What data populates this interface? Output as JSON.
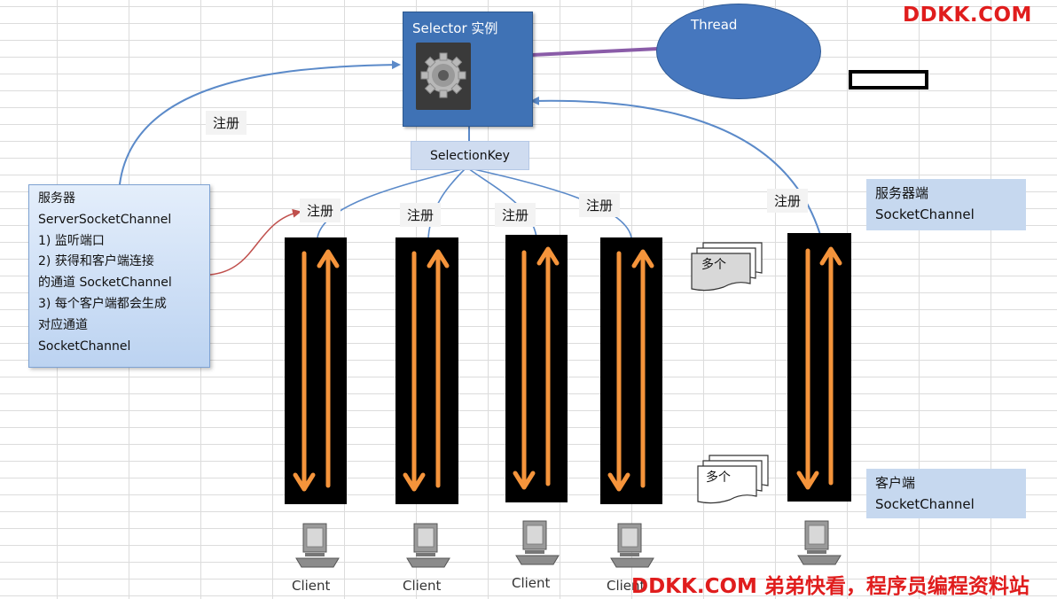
{
  "selector": {
    "title": "Selector 实例",
    "icon": "gear-icon"
  },
  "thread": {
    "label": "Thread"
  },
  "selection_key": {
    "label": "SelectionKey"
  },
  "register_label": "注册",
  "server": {
    "lines": [
      "服务器",
      "ServerSocketChannel",
      "1) 监听端口",
      "2)  获得和客户端连接",
      "的通道 SocketChannel",
      "3) 每个客户端都会生成",
      "对应通道",
      "SocketChannel"
    ]
  },
  "server_side": {
    "line1": "服务器端",
    "line2": "SocketChannel"
  },
  "client_side": {
    "line1": "客户端",
    "line2": "SocketChannel"
  },
  "many_label": "多个",
  "client_label": "Client",
  "brand": {
    "top": "DDKK.COM",
    "bottom": "DDKK.COM 弟弟快看，程序员编程资料站"
  },
  "colors": {
    "selector_fill": "#3f72b5",
    "thread_fill": "#4677be",
    "arrow_orange": "#f5943b",
    "connector_blue": "#5b8ac9",
    "connector_purple": "#8a5ca8",
    "connector_red": "#c0504d",
    "brand_red": "#e01d1d"
  }
}
